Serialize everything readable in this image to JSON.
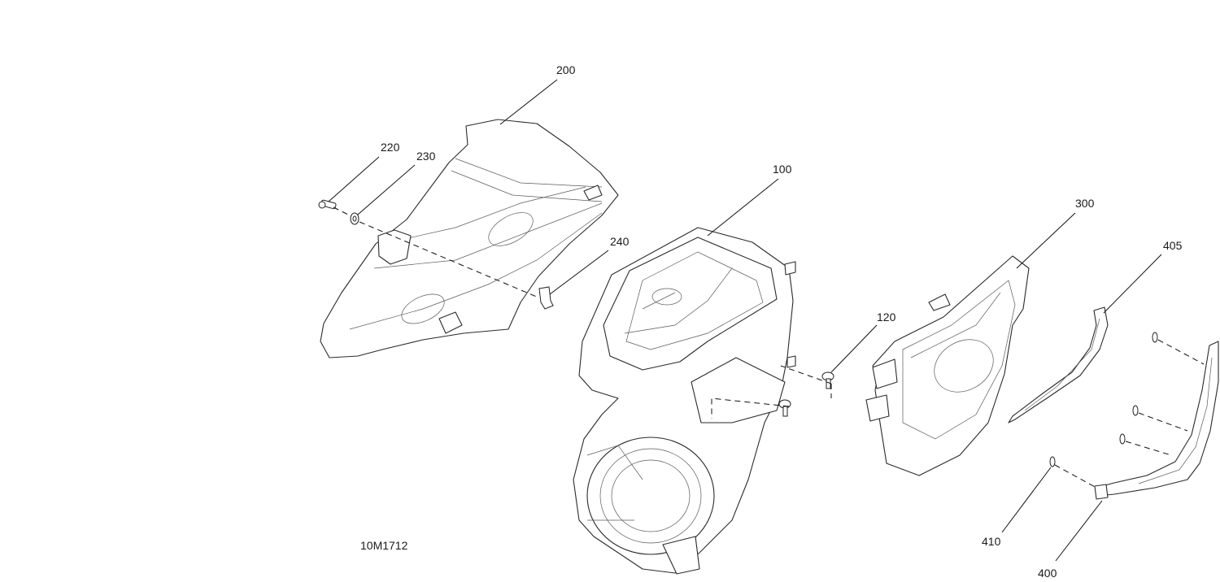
{
  "drawing_id": "10M1712",
  "callouts": {
    "c100": "100",
    "c120": "120",
    "c200": "200",
    "c220": "220",
    "c230": "230",
    "c240": "240",
    "c300": "300",
    "c400": "400",
    "c405": "405",
    "c410": "410"
  }
}
